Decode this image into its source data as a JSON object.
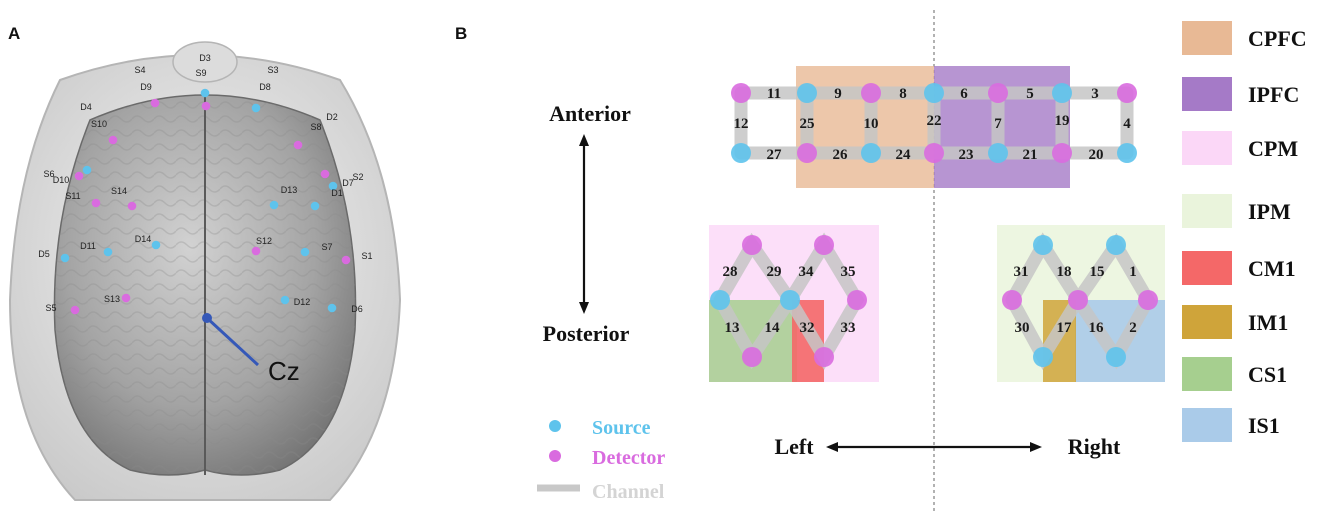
{
  "panels": {
    "a": "A",
    "b": "B"
  },
  "head": {
    "cz_label": "Cz",
    "optode_labels": [
      "D3",
      "S9",
      "S4",
      "S3",
      "D9",
      "D8",
      "D4",
      "D2",
      "S10",
      "S8",
      "S6",
      "S2",
      "D10",
      "D7",
      "S11",
      "D1",
      "S14",
      "D13",
      "D14",
      "S12",
      "D11",
      "S7",
      "D5",
      "S1",
      "S13",
      "D12",
      "S5",
      "D6"
    ]
  },
  "directions": {
    "anterior": "Anterior",
    "posterior": "Posterior",
    "left": "Left",
    "right": "Right"
  },
  "channels": {
    "top_row": [
      "11",
      "9",
      "8",
      "6",
      "5",
      "3"
    ],
    "mid_row": [
      "12",
      "25",
      "10",
      "22",
      "7",
      "19",
      "4"
    ],
    "bottom_row": [
      "27",
      "26",
      "24",
      "23",
      "21",
      "20"
    ],
    "left_group": [
      "28",
      "29",
      "34",
      "35",
      "13",
      "14",
      "32",
      "33"
    ],
    "right_group": [
      "31",
      "18",
      "15",
      "1",
      "30",
      "17",
      "16",
      "2"
    ]
  },
  "legend_regions": [
    {
      "label": "CPFC",
      "color": "#e8b995"
    },
    {
      "label": "IPFC",
      "color": "#a57ac7"
    },
    {
      "label": "CPM",
      "color": "#fbd7f7"
    },
    {
      "label": "IPM",
      "color": "#eaf4dc"
    },
    {
      "label": "CM1",
      "color": "#f46868"
    },
    {
      "label": "IM1",
      "color": "#cfa43a"
    },
    {
      "label": "CS1",
      "color": "#a6cf8f"
    },
    {
      "label": "IS1",
      "color": "#aacbe9"
    }
  ],
  "legend_optodes": {
    "source": "Source",
    "detector": "Detector",
    "channel": "Channel",
    "source_color": "#5ec3ec",
    "detector_color": "#d96bdf",
    "channel_color": "#c8c8c8"
  }
}
